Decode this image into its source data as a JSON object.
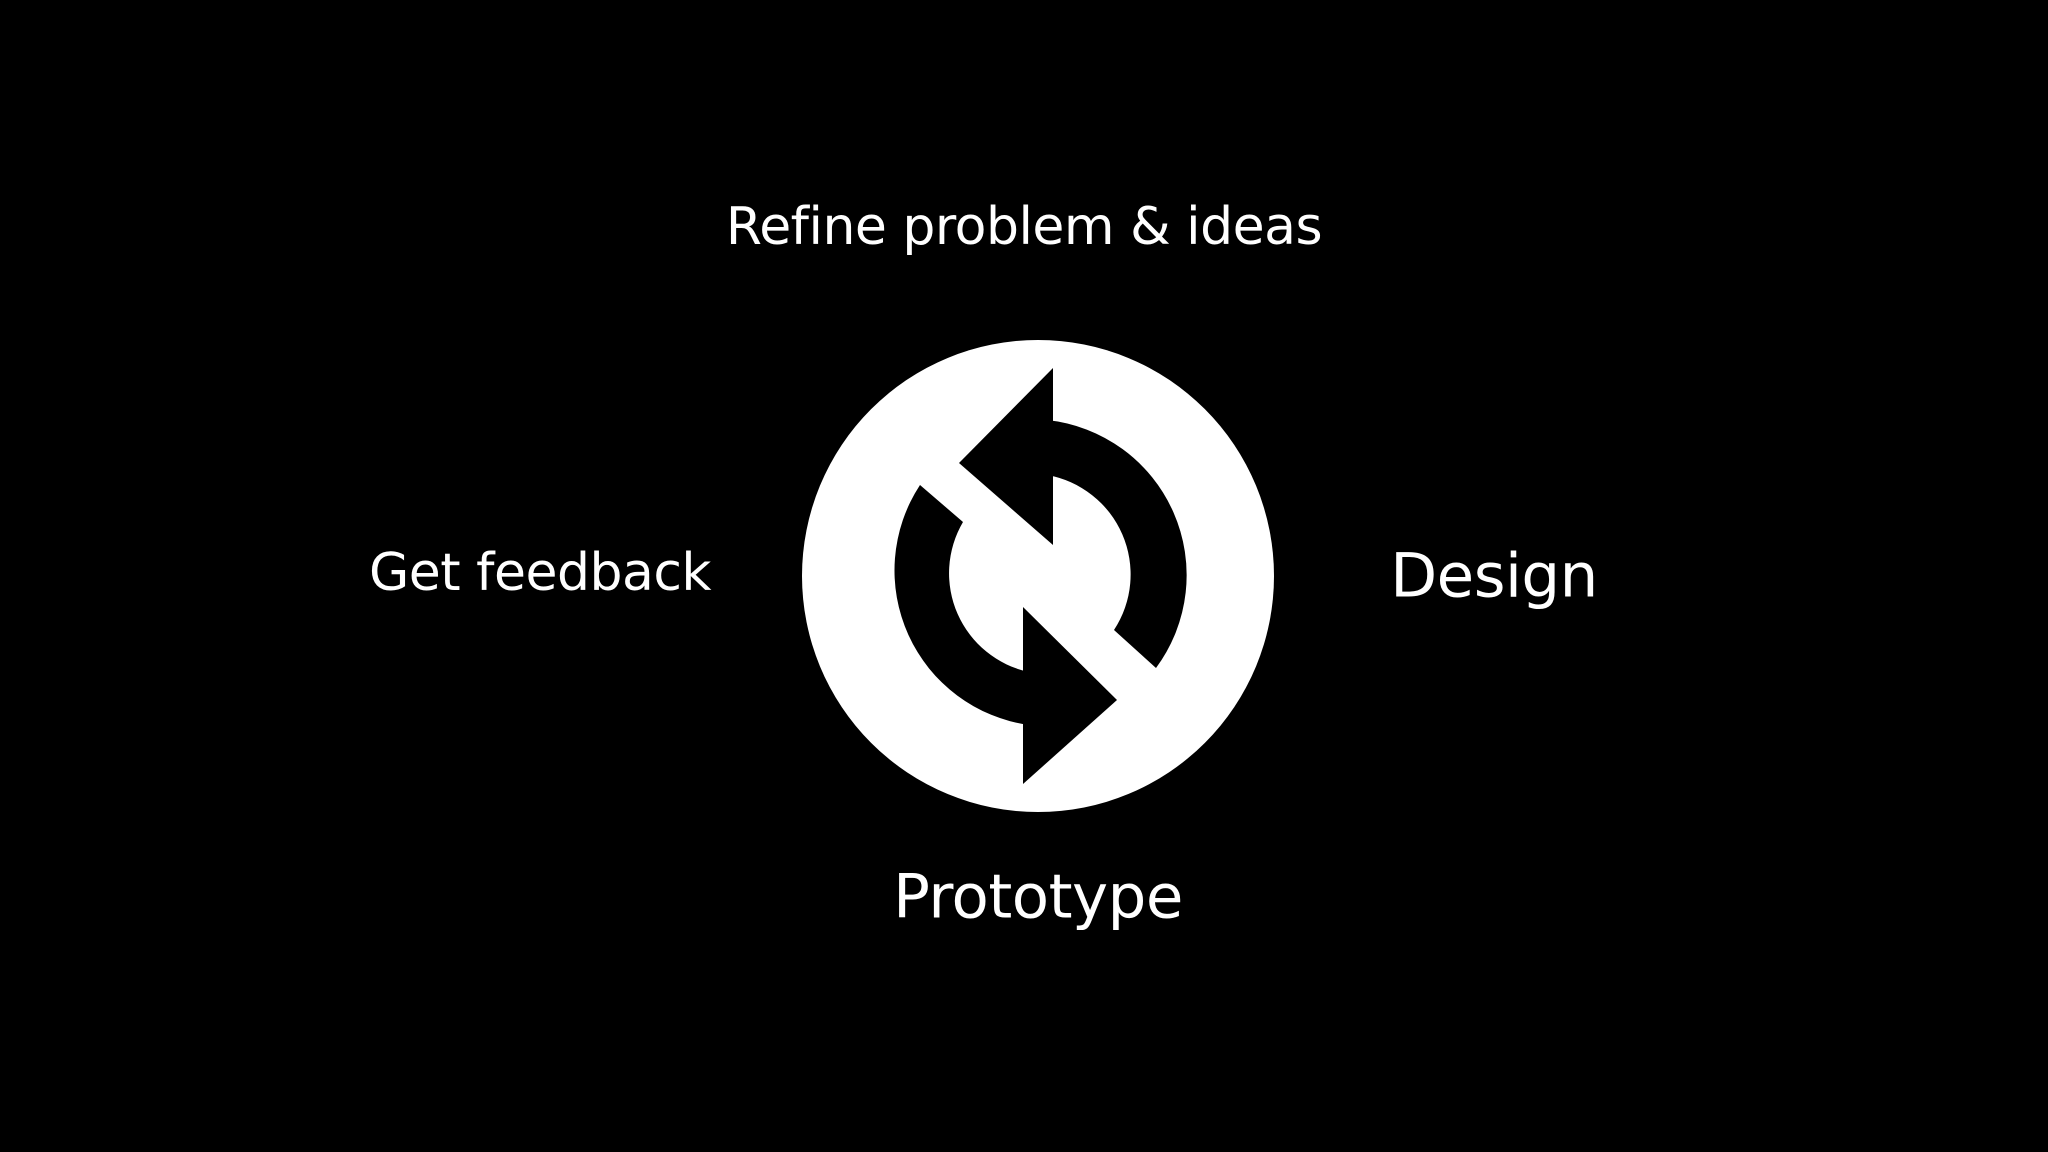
{
  "diagram": {
    "nodes": {
      "top": "Refine problem & ideas",
      "right": "Design",
      "bottom": "Prototype",
      "left": "Get feedback"
    },
    "center_icon": "refresh-cycle-icon"
  },
  "colors": {
    "background": "#000000",
    "foreground": "#ffffff"
  }
}
